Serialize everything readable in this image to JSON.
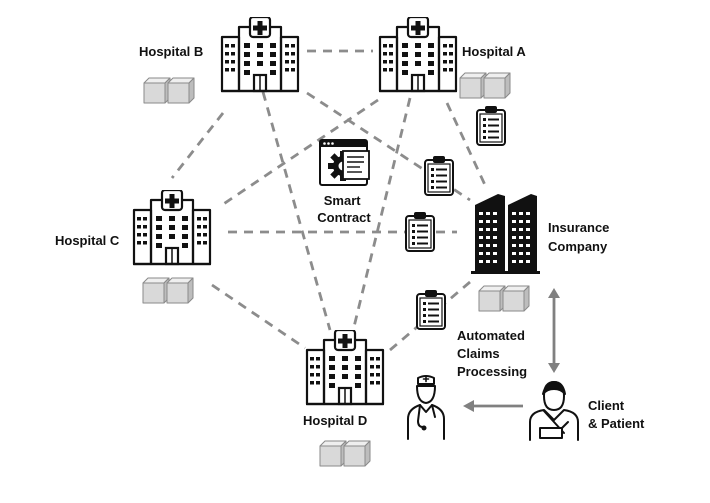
{
  "nodes": {
    "hospital_a": {
      "label": "Hospital A"
    },
    "hospital_b": {
      "label": "Hospital B"
    },
    "hospital_c": {
      "label": "Hospital C"
    },
    "hospital_d": {
      "label": "Hospital D"
    },
    "insurance": {
      "label_line1": "Insurance",
      "label_line2": "Company"
    },
    "smart_contract": {
      "label_line1": "Smart",
      "label_line2": "Contract"
    },
    "claims": {
      "label_line1": "Automated",
      "label_line2": "Claims",
      "label_line3": "Processing"
    },
    "client": {
      "label_line1": "Client",
      "label_line2": "& Patient"
    }
  },
  "colors": {
    "ink": "#111111",
    "dash": "#8c8c8c",
    "block_fill": "#dcdcdc",
    "block_stroke": "#8a8a8a",
    "arrow": "#808080"
  }
}
